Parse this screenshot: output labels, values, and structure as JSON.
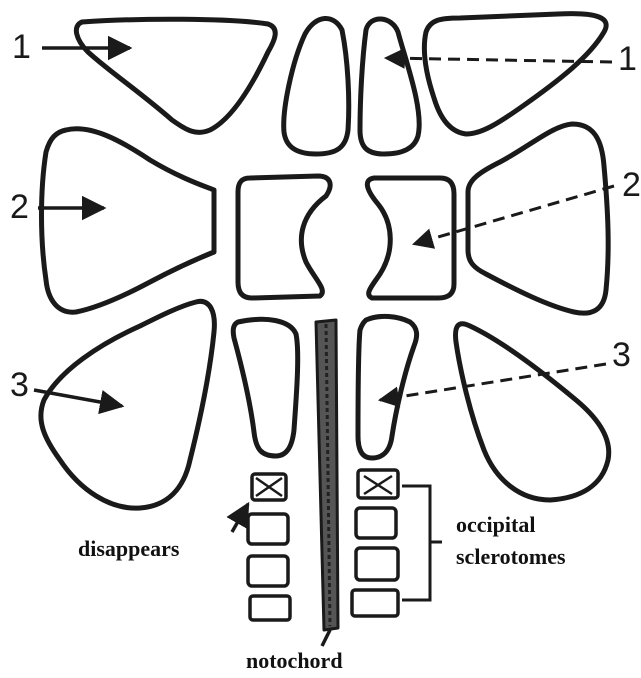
{
  "labels": {
    "left_1": "1",
    "left_2": "2",
    "left_3": "3",
    "right_1": "1",
    "right_2": "2",
    "right_3": "3",
    "disappears": "disappears",
    "occipital_1": "occipital",
    "occipital_2": "sclerotomes",
    "notochord": "notochord"
  }
}
